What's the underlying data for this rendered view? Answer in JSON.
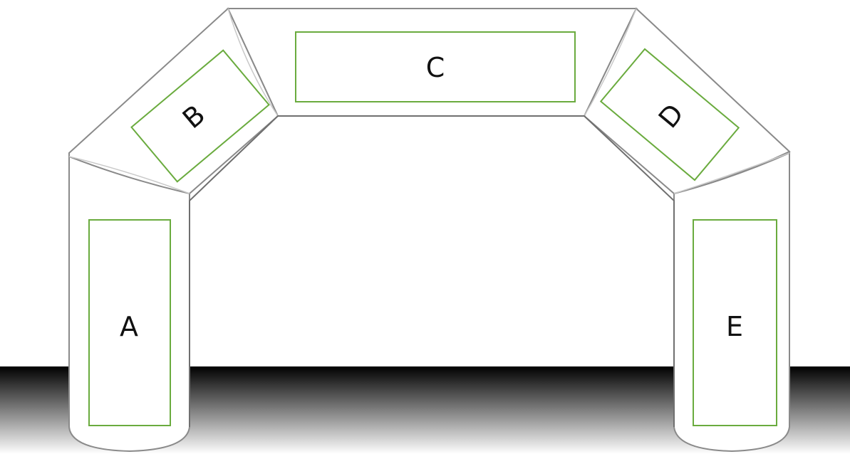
{
  "diagram": {
    "zones": [
      {
        "id": "A",
        "label": "A"
      },
      {
        "id": "B",
        "label": "B"
      },
      {
        "id": "C",
        "label": "C"
      },
      {
        "id": "D",
        "label": "D"
      },
      {
        "id": "E",
        "label": "E"
      }
    ]
  },
  "colors": {
    "zone_border": "#6aab3e",
    "arch_fill": "#ffffff",
    "arch_outline": "#8a8a8a",
    "seam": "#c9c9c9",
    "ground_top": "#000000",
    "ground_bottom": "#ffffff",
    "label": "#111111"
  }
}
